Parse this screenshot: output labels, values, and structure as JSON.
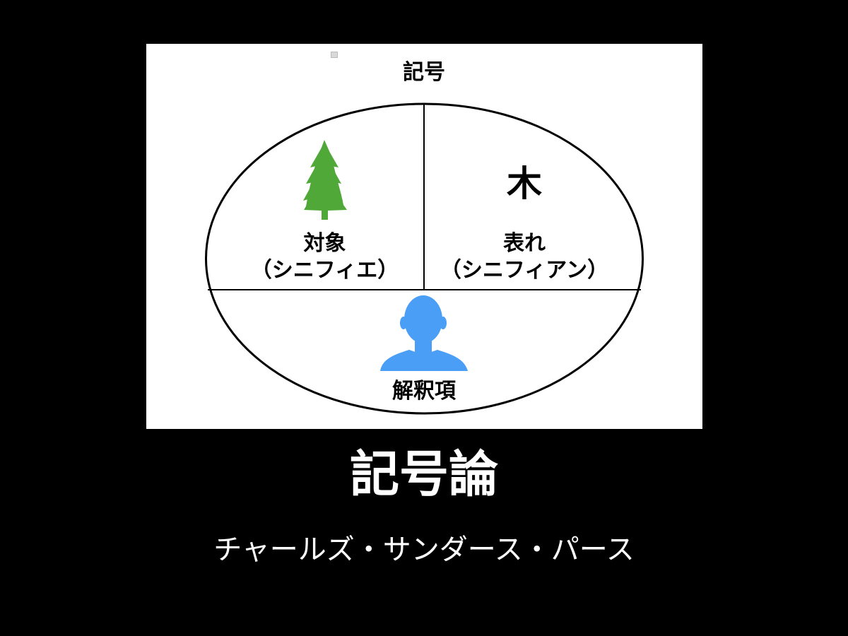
{
  "diagram": {
    "sign_label": "記号",
    "object": {
      "label": "対象",
      "sublabel": "（シニフィエ）",
      "icon": "tree-icon"
    },
    "representamen": {
      "symbol": "木",
      "label": "表れ",
      "sublabel": "（シニフィアン）"
    },
    "interpretant": {
      "label": "解釈項",
      "icon": "person-icon"
    },
    "colors": {
      "panel_background": "#ffffff",
      "tree_green": "#4fa837",
      "person_blue": "#4a9ef5",
      "outline": "#000000"
    }
  },
  "caption": {
    "title": "記号論",
    "subtitle": "チャールズ・サンダース・パース"
  },
  "page": {
    "background": "#000000"
  }
}
